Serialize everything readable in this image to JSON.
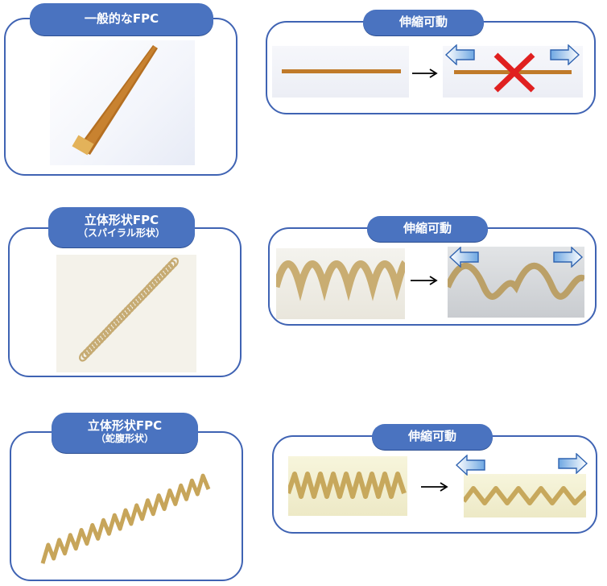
{
  "sections": [
    {
      "left_title": "一般的なFPC",
      "left_subtitle": "",
      "right_title": "伸縮可動"
    },
    {
      "left_title": "立体形状FPC",
      "left_subtitle": "（スパイラル形状）",
      "right_title": "伸縮可動"
    },
    {
      "left_title": "立体形状FPC",
      "left_subtitle": "（蛇腹形状）",
      "right_title": "伸縮可動"
    }
  ],
  "colors": {
    "frame_border": "#3f63b3",
    "pill_fill": "#4a73c0",
    "fpc_copper": "#c07a2a",
    "cross_red": "#e02020",
    "stretch_arrow": "#7fb3e6"
  }
}
